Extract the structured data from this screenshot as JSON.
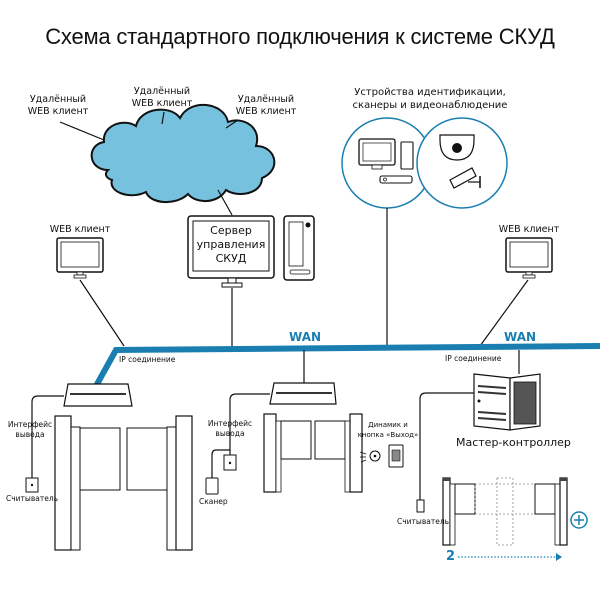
{
  "title": "Схема стандартного подключения к системе СКУД",
  "colors": {
    "wan_line": "#1a7fb0",
    "cloud_fill": "#76c1dd",
    "circle_stroke": "#1a7fb0",
    "accent_text": "#1a7fb0"
  },
  "cloud": {
    "remote_clients": [
      {
        "line1": "Удалённый",
        "line2": "WEB клиент"
      },
      {
        "line1": "Удалённый",
        "line2": "WEB клиент"
      },
      {
        "line1": "Удалённый",
        "line2": "WEB клиент"
      }
    ]
  },
  "devices_group": {
    "caption_line1": "Устройства идентификации,",
    "caption_line2": "сканеры и видеонаблюдение"
  },
  "server": {
    "line1": "Сервер",
    "line2": "управления",
    "line3": "СКУД"
  },
  "web_clients": {
    "left": "WEB клиент",
    "right": "WEB клиент"
  },
  "network": {
    "wan_label_1": "WAN",
    "wan_label_2": "WAN",
    "ip_label_1": "IP соединение",
    "ip_label_2": "IP соединение"
  },
  "turnstile_1": {
    "interface_line1": "Интерфейс",
    "interface_line2": "вывода",
    "reader": "Считыватель"
  },
  "turnstile_2": {
    "interface_line1": "Интерфейс",
    "interface_line2": "вывода",
    "scanner": "Сканер"
  },
  "turnstile_3": {
    "speaker_line1": "Динамик и",
    "speaker_line2": "кнопка «Выход»",
    "reader": "Считыватель",
    "master_controller": "Мастер-контроллер",
    "count_label": "2",
    "add_icon": "plus-circle-icon"
  }
}
